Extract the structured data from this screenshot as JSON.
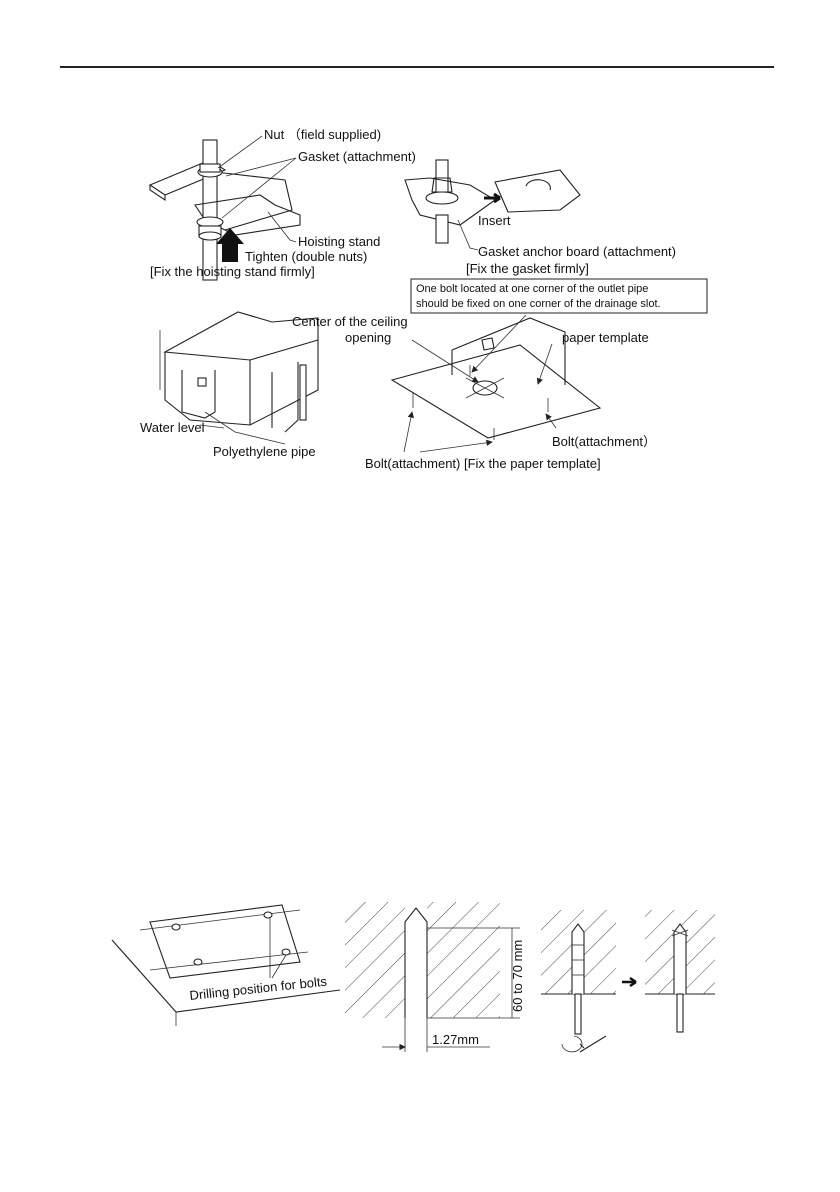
{
  "labels": {
    "nut": "Nut （field supplied)",
    "gasket": "Gasket (attachment)",
    "hoisting_stand": "Hoisting stand",
    "tighten": "Tighten (double nuts)",
    "fix_hoisting": "[Fix the hoisting stand firmly]",
    "insert": "Insert",
    "gasket_anchor": "Gasket anchor board (attachment)",
    "fix_gasket": "[Fix the gasket firmly]",
    "note_line1": "One bolt located at one corner of the outlet pipe",
    "note_line2": "should be fixed on one corner of the drainage slot.",
    "center_line1": "Center of the ceiling",
    "center_line2": "opening",
    "paper_template": "paper template",
    "water_level": "Water level",
    "polyethylene": "Polyethylene pipe",
    "bolt_right": "Bolt(attachment）",
    "bolt_fix": "Bolt(attachment) [Fix the paper template]",
    "drilling": "Drilling position for bolts",
    "depth": "60 to 70 mm",
    "width": "1.27mm"
  },
  "colors": {
    "ink": "#222222",
    "background": "#ffffff"
  }
}
